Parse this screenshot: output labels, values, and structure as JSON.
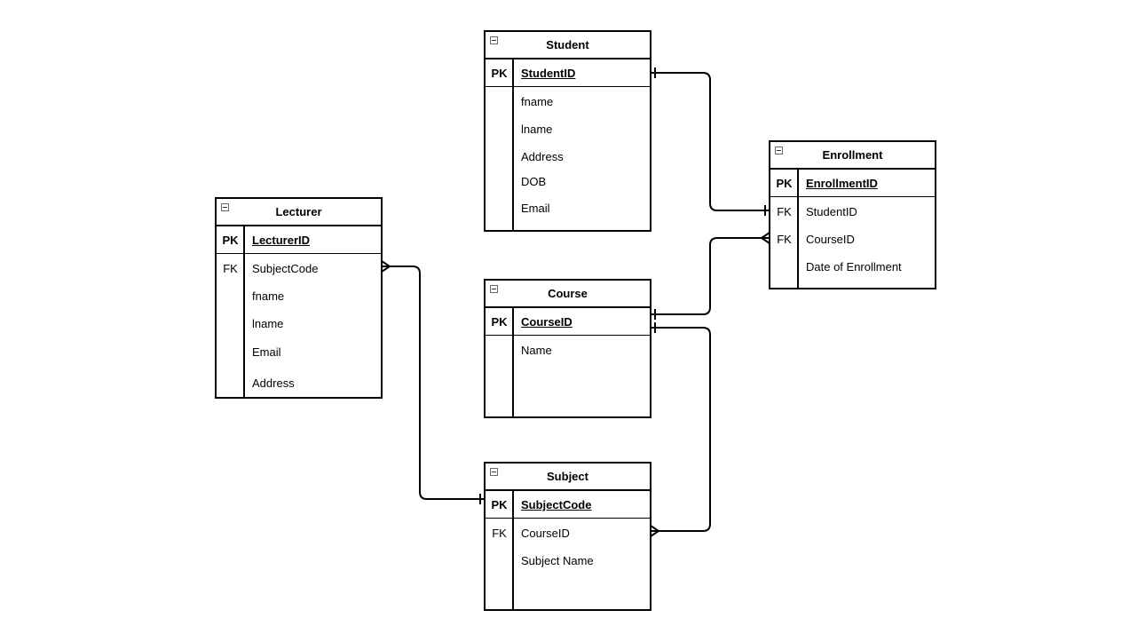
{
  "entities": {
    "student": {
      "name": "Student",
      "pk": {
        "key": "PK",
        "field": "StudentID"
      },
      "fields": [
        {
          "key": "",
          "name": "fname"
        },
        {
          "key": "",
          "name": "lname"
        },
        {
          "key": "",
          "name": "Address"
        },
        {
          "key": "",
          "name": "DOB"
        },
        {
          "key": "",
          "name": "Email"
        }
      ]
    },
    "enrollment": {
      "name": "Enrollment",
      "pk": {
        "key": "PK",
        "field": "EnrollmentID"
      },
      "fields": [
        {
          "key": "FK",
          "name": "StudentID"
        },
        {
          "key": "FK",
          "name": "CourseID"
        },
        {
          "key": "",
          "name": "Date of Enrollment"
        }
      ]
    },
    "lecturer": {
      "name": "Lecturer",
      "pk": {
        "key": "PK",
        "field": "LecturerID"
      },
      "fields": [
        {
          "key": "FK",
          "name": "SubjectCode"
        },
        {
          "key": "",
          "name": "fname"
        },
        {
          "key": "",
          "name": "lname"
        },
        {
          "key": "",
          "name": "Email"
        },
        {
          "key": "",
          "name": "Address"
        }
      ]
    },
    "course": {
      "name": "Course",
      "pk": {
        "key": "PK",
        "field": "CourseID"
      },
      "fields": [
        {
          "key": "",
          "name": "Name"
        }
      ]
    },
    "subject": {
      "name": "Subject",
      "pk": {
        "key": "PK",
        "field": "SubjectCode"
      },
      "fields": [
        {
          "key": "FK",
          "name": "CourseID"
        },
        {
          "key": "",
          "name": "Subject Name"
        }
      ]
    }
  },
  "relationships": [
    {
      "from": "Student.StudentID",
      "to": "Enrollment.StudentID",
      "from_end": "one",
      "to_end": "one"
    },
    {
      "from": "Course.CourseID",
      "to": "Enrollment.CourseID",
      "from_end": "one",
      "to_end": "many"
    },
    {
      "from": "Course.CourseID",
      "to": "Subject.CourseID",
      "from_end": "one",
      "to_end": "many"
    },
    {
      "from": "Subject.SubjectCode",
      "to": "Lecturer.SubjectCode",
      "from_end": "one",
      "to_end": "many"
    }
  ]
}
